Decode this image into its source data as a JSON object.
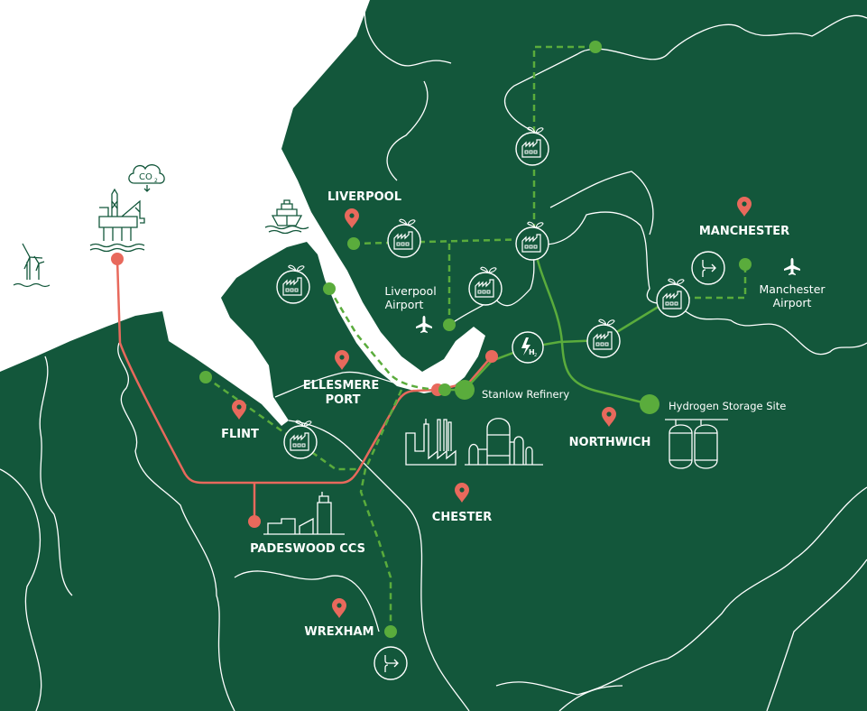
{
  "colors": {
    "land": "#13573b",
    "sea": "#ffffff",
    "hydrogen": "#5aac3c",
    "co2": "#e8695c",
    "borders": "#ffffff"
  },
  "icons": {
    "offshore": [
      "wind-turbine-icon",
      "oil-rig-icon",
      "co2-cloud-icon",
      "ship-icon"
    ],
    "factory": "factory-icon",
    "pin": "location-pin-icon",
    "plane": "plane-icon",
    "route": "route-arrows-icon",
    "hydrogen": "hydrogen-bolt-icon"
  },
  "co2_cloud": {
    "label": "CO",
    "subscript": "2"
  },
  "hydrogen_badge": {
    "label": "H",
    "subscript": "2"
  },
  "cities": {
    "liverpool": "LIVERPOOL",
    "ellesmere_port": [
      "ELLESMERE",
      "PORT"
    ],
    "flint": "FLINT",
    "manchester": "MANCHESTER",
    "northwich": "NORTHWICH",
    "chester": "CHESTER",
    "padeswood": "PADESWOOD CCS",
    "wrexham": "WREXHAM"
  },
  "places": {
    "liverpool_airport": [
      "Liverpool",
      "Airport"
    ],
    "manchester_airport": [
      "Manchester",
      "Airport"
    ],
    "stanlow": "Stanlow Refinery",
    "hydrogen_storage": "Hydrogen Storage Site"
  }
}
